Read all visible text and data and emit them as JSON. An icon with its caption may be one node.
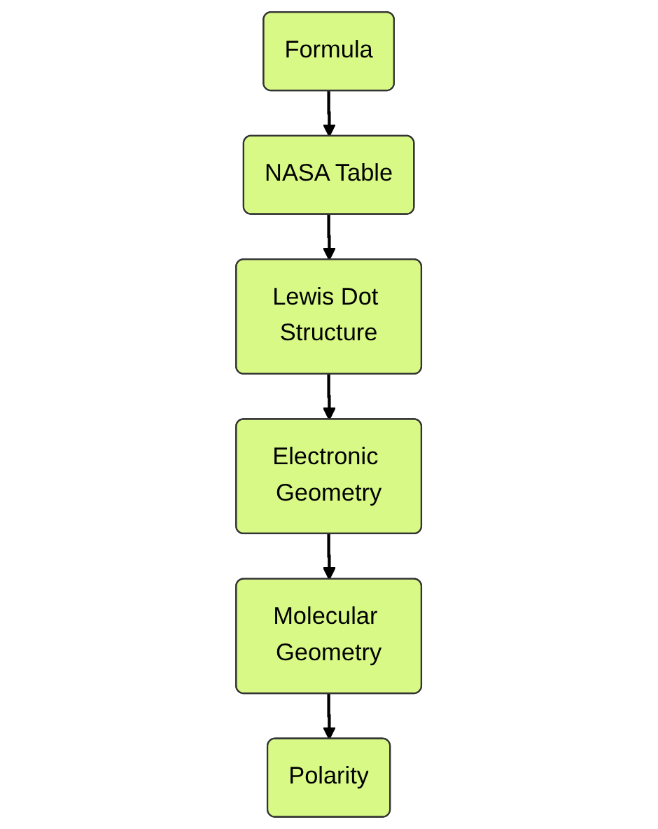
{
  "diagram": {
    "nodes": [
      {
        "text": [
          "Formula"
        ]
      },
      {
        "text": [
          "NASA Table"
        ]
      },
      {
        "text": [
          "Lewis Dot Structure"
        ]
      },
      {
        "text": [
          "Electronic Geometry"
        ]
      },
      {
        "text": [
          "Molecular Geometry"
        ]
      },
      {
        "text": [
          "Polarity"
        ]
      }
    ],
    "edges": [
      {
        "from": 0,
        "to": 1,
        "arrow": "to"
      },
      {
        "from": 1,
        "to": 2,
        "arrow": "to"
      },
      {
        "from": 2,
        "to": 3,
        "arrow": "to"
      },
      {
        "from": 3,
        "to": 4,
        "arrow": "to"
      },
      {
        "from": 4,
        "to": 5,
        "arrow": "to"
      }
    ]
  }
}
